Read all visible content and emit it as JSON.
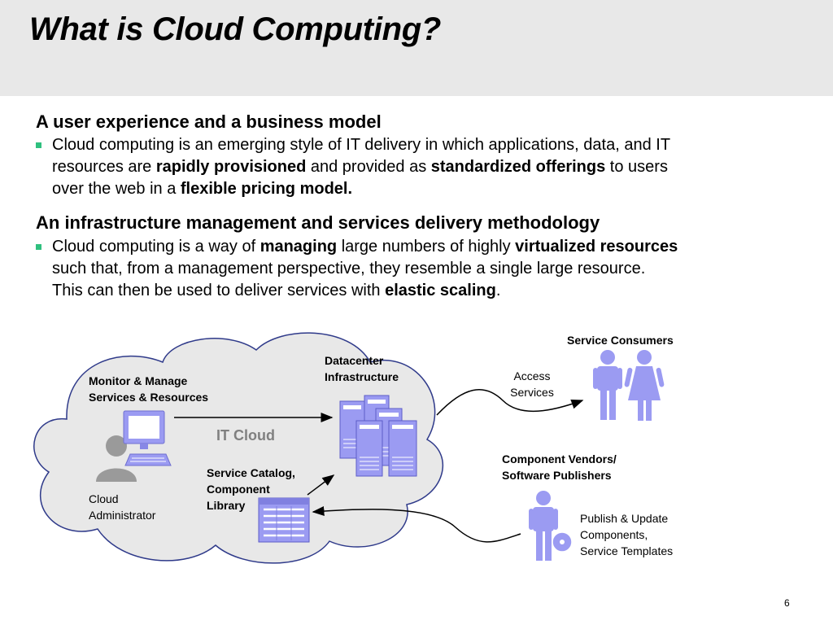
{
  "title": "What is Cloud Computing?",
  "section1": {
    "heading": "A user experience and a business model",
    "bullet": {
      "l1": "Cloud computing is an emerging style of IT delivery in which applications, data, and IT",
      "l2a": "resources are ",
      "l2b": "rapidly provisioned",
      "l2c": " and provided as ",
      "l2d": "standardized offerings",
      "l2e": " to users",
      "l3a": "over the web in a ",
      "l3b": "flexible pricing model."
    }
  },
  "section2": {
    "heading": "An infrastructure management and services delivery methodology",
    "bullet": {
      "l1a": "Cloud computing is a way of ",
      "l1b": "managing",
      "l1c": " large numbers of highly ",
      "l1d": "virtualized resources",
      "l2": "such that, from a management perspective, they resemble a single large resource.",
      "l3a": "This can then be used to deliver services with ",
      "l3b": "elastic scaling",
      "l3c": "."
    }
  },
  "diagram": {
    "it_cloud": "IT Cloud",
    "monitor_manage": [
      "Monitor & Manage",
      "Services & Resources"
    ],
    "cloud_admin": [
      "Cloud",
      "Administrator"
    ],
    "datacenter": [
      "Datacenter",
      "Infrastructure"
    ],
    "service_catalog": [
      "Service Catalog,",
      "Component",
      "Library"
    ],
    "access_services": [
      "Access",
      "Services"
    ],
    "service_consumers": "Service Consumers",
    "component_vendors": [
      "Component Vendors/",
      "Software Publishers"
    ],
    "publish_update": [
      "Publish & Update",
      "Components,",
      "Service Templates"
    ]
  },
  "colors": {
    "header_band": "#e8e8e8",
    "bullet_marker": "#2fc07f",
    "accent_purple": "#9b9bf2",
    "cloud_fill": "#e8e8e8",
    "figure_gray": "#9a9a9a"
  },
  "page_number": "6"
}
